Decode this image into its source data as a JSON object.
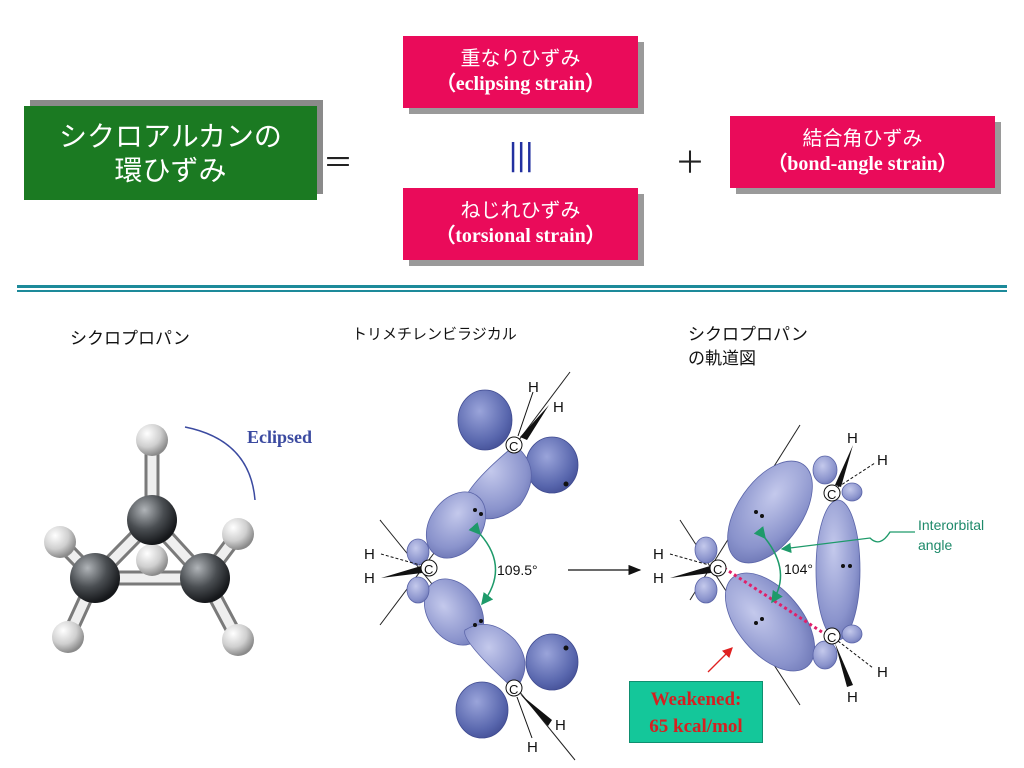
{
  "equation": {
    "ring_strain": {
      "line1": "シクロアルカンの",
      "line2": "環ひずみ"
    },
    "equals": "＝",
    "eclipsing": {
      "ja": "重なりひずみ",
      "en": "（eclipsing strain）"
    },
    "identical": "|||",
    "torsional": {
      "ja": "ねじれひずみ",
      "en": "（torsional strain）"
    },
    "plus": "＋",
    "bond_angle": {
      "ja": "結合角ひずみ",
      "en": "（bond-angle strain）"
    }
  },
  "diagrams": {
    "cyclopropane_label": "シクロプロパン",
    "eclipsed_label": "Eclipsed",
    "biradical_label": "トリメチレンビラジカル",
    "biradical_angle": "109.5°",
    "orbital_label": {
      "line1": "シクロプロパン",
      "line2": "の軌道図"
    },
    "orbital_angle": "104°",
    "interorbital": {
      "line1": "Interorbital",
      "line2": "angle"
    },
    "weakened": {
      "line1": "Weakened:",
      "line2": "65 kcal/mol"
    },
    "atoms": {
      "carbon": "C",
      "hydrogen": "H"
    }
  },
  "colors": {
    "green_box": "#1b7a22",
    "pink_box": "#ea0b5a",
    "orbital": "#8a93cc",
    "rule": "#1d8a9a",
    "weakened_bg": "#14c79a"
  }
}
